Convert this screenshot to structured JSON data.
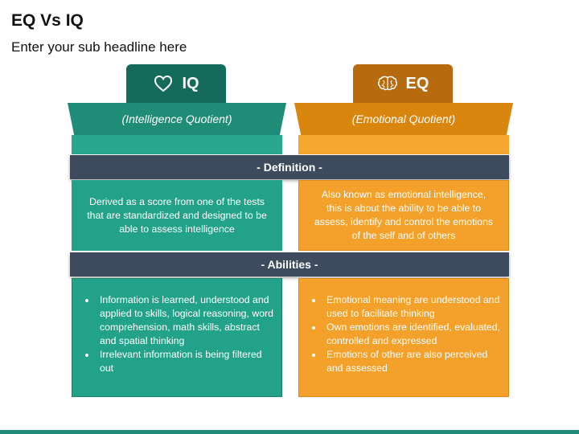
{
  "title": "EQ Vs IQ",
  "subtitle": "Enter your sub headline here",
  "iq": {
    "tab_label": "IQ",
    "icon": "heart-icon",
    "band_text": "(Intelligence Quotient)",
    "definition": "Derived as a score from one of the tests that are standardized and designed to be able to assess intelligence",
    "abilities": [
      "Information is learned, understood and applied to skills, logical reasoning, word comprehension, math skills, abstract and spatial thinking",
      "Irrelevant information is being filtered out"
    ]
  },
  "eq": {
    "tab_label": "EQ",
    "icon": "brain-icon",
    "band_text": "(Emotional Quotient)",
    "definition": "Also known as emotional intelligence, this is about the ability to be able to assess, identify and control the emotions of the self and of others",
    "abilities": [
      "Emotional meaning are understood and used to facilitate thinking",
      "Own emotions are identified, evaluated, controlled and expressed",
      "Emotions of other are also perceived and assessed"
    ]
  },
  "sections": {
    "definition": "- Definition -",
    "abilities": "- Abilities -"
  },
  "colors": {
    "iq_dark": "#146B5C",
    "iq_mid": "#1E8C77",
    "iq_light": "#23A28A",
    "eq_dark": "#B86A0E",
    "eq_mid": "#D9860F",
    "eq_light": "#F4A12B",
    "header_bar": "#3E4B5E"
  }
}
